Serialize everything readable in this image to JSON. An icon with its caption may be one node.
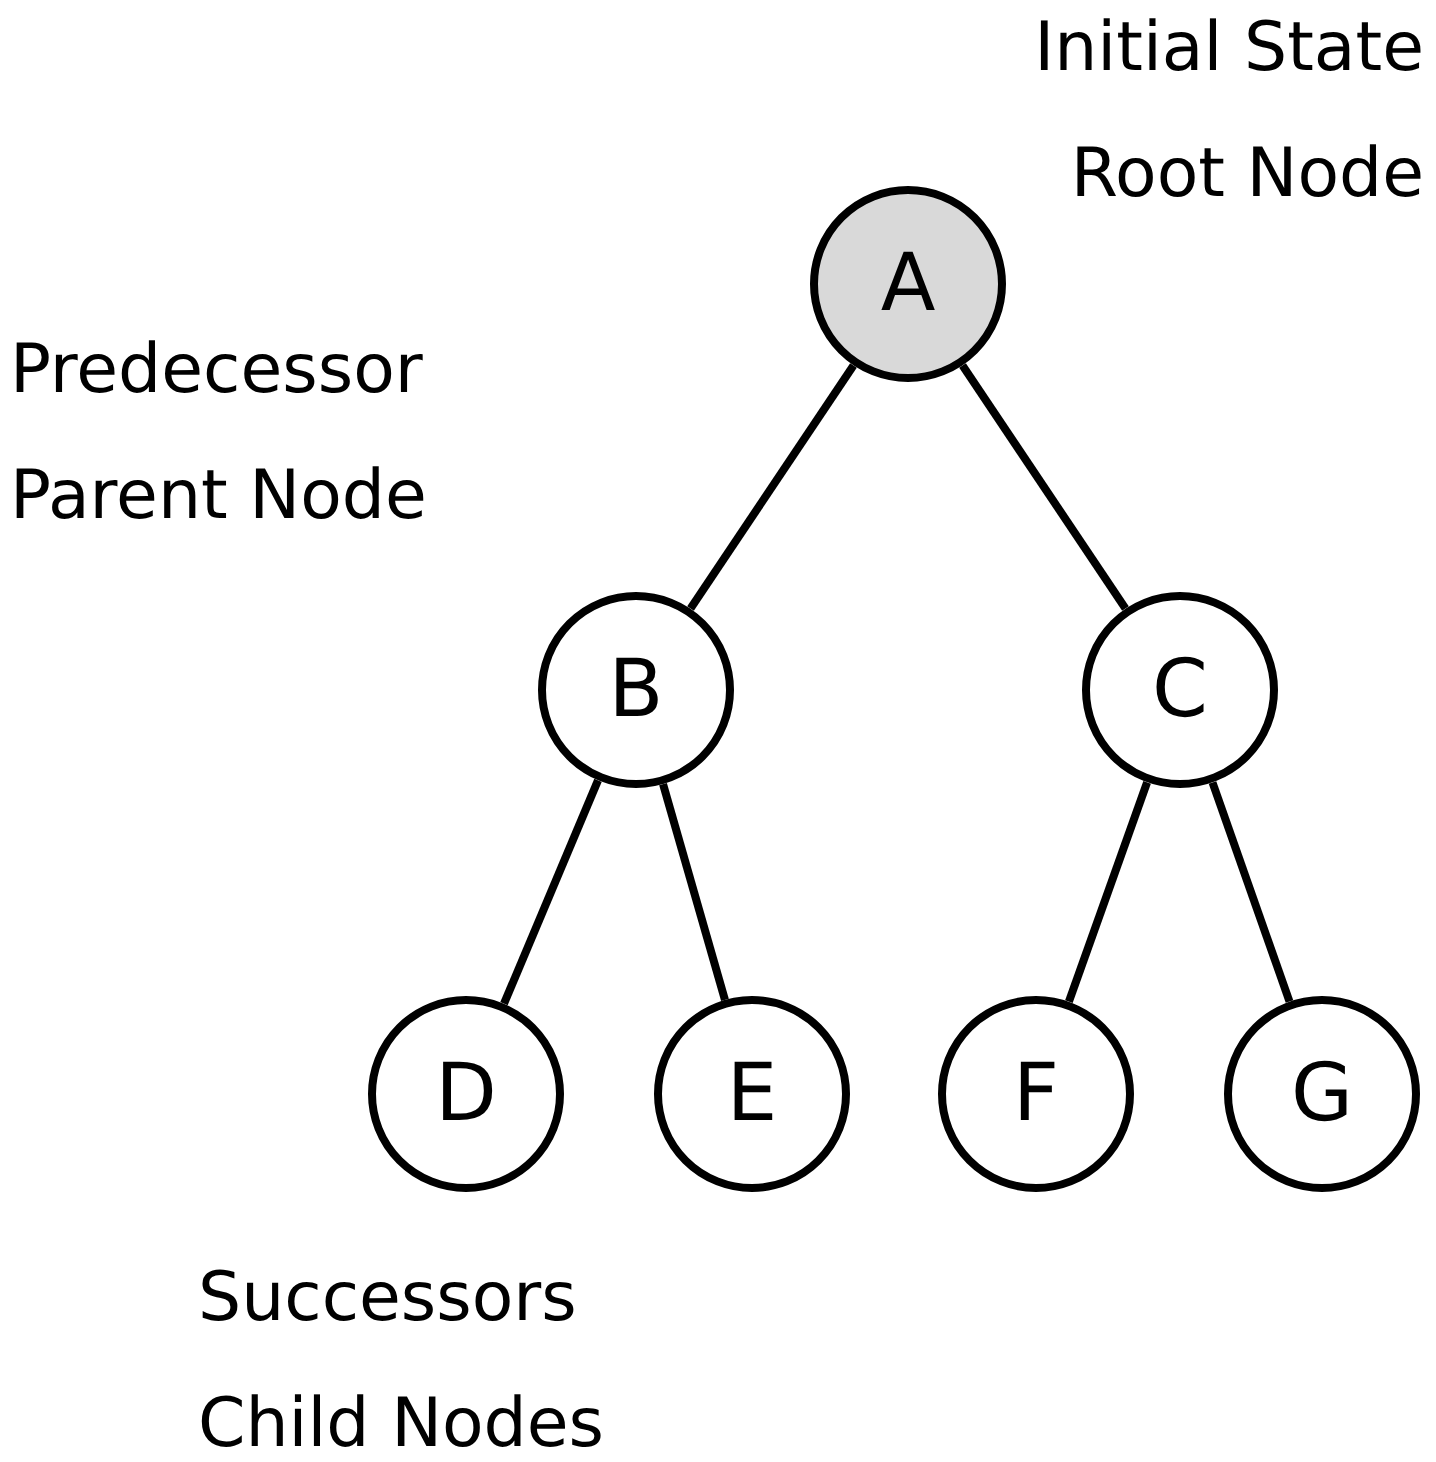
{
  "diagram": {
    "nodes": [
      {
        "text": [
          "A"
        ]
      },
      {
        "text": [
          "B"
        ]
      },
      {
        "text": [
          "C"
        ]
      },
      {
        "text": [
          "D"
        ]
      },
      {
        "text": [
          "E"
        ]
      },
      {
        "text": [
          "F"
        ]
      },
      {
        "text": [
          "G"
        ]
      }
    ],
    "edges": [
      {
        "from": 0,
        "to": 1,
        "arrow": "none"
      },
      {
        "from": 0,
        "to": 2,
        "arrow": "none"
      },
      {
        "from": 1,
        "to": 3,
        "arrow": "none"
      },
      {
        "from": 1,
        "to": 4,
        "arrow": "none"
      },
      {
        "from": 2,
        "to": 5,
        "arrow": "none"
      },
      {
        "from": 2,
        "to": 6,
        "arrow": "none"
      }
    ],
    "labels": [
      "Initial State",
      "Root Node",
      "Predecessor",
      "Parent Node",
      "Successors",
      "Child Nodes"
    ]
  }
}
